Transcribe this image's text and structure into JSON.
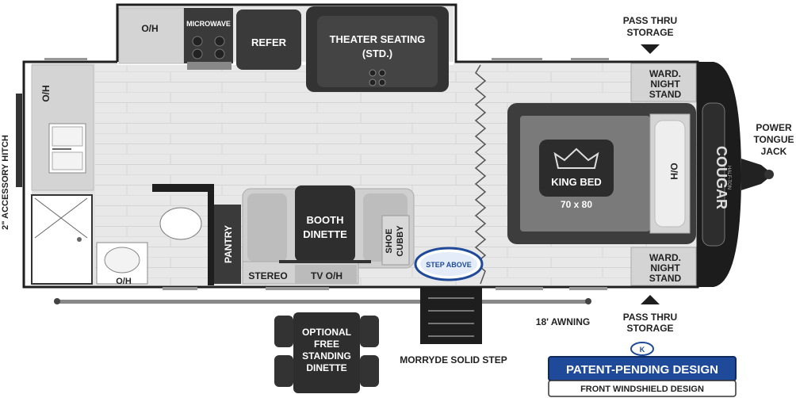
{
  "brand": {
    "name": "COUGAR",
    "sub": "HALF-TON"
  },
  "rooms": {
    "oh_top": "O/H",
    "microwave": "MICROWAVE",
    "refer": "REFER",
    "theater_line1": "THEATER SEATING",
    "theater_line2": "(STD.)",
    "oh_left": "O/H",
    "pantry": "PANTRY",
    "booth_line1": "BOOTH",
    "booth_line2": "DINETTE",
    "shoe_line1": "SHOE",
    "shoe_line2": "CUBBY",
    "stereo": "STEREO",
    "tv_oh": "TV O/H",
    "oh_bath": "O/H",
    "ward_top_line1": "WARD.",
    "ward_top_line2": "NIGHT",
    "ward_top_line3": "STAND",
    "ward_bot_line1": "WARD.",
    "ward_bot_line2": "NIGHT",
    "ward_bot_line3": "STAND",
    "king_bed": "KING BED",
    "bed_size": "70 x 80",
    "oh_bed": "O/H",
    "step_above": "STEP ABOVE"
  },
  "exterior": {
    "pass_thru_top_line1": "PASS THRU",
    "pass_thru_top_line2": "STORAGE",
    "pass_thru_bot_line1": "PASS THRU",
    "pass_thru_bot_line2": "STORAGE",
    "power_line1": "POWER",
    "power_line2": "TONGUE",
    "power_line3": "JACK",
    "accessory_hitch": "2\" ACCESSORY HITCH",
    "awning": "18' AWNING",
    "morryde": "MORRYDE SOLID STEP",
    "dinette_line1": "OPTIONAL",
    "dinette_line2": "FREE",
    "dinette_line3": "STANDING",
    "dinette_line4": "DINETTE"
  },
  "badge": {
    "title": "PATENT-PENDING DESIGN",
    "subtitle": "FRONT WINDSHIELD DESIGN"
  },
  "colors": {
    "floor": "#e7e7e7",
    "wall": "#1e1e1e",
    "furniture": "#3a3a3a",
    "cabinet": "#d2d2d2",
    "bed": "#3d3d3d",
    "badge_blue": "#1f4a9a"
  }
}
